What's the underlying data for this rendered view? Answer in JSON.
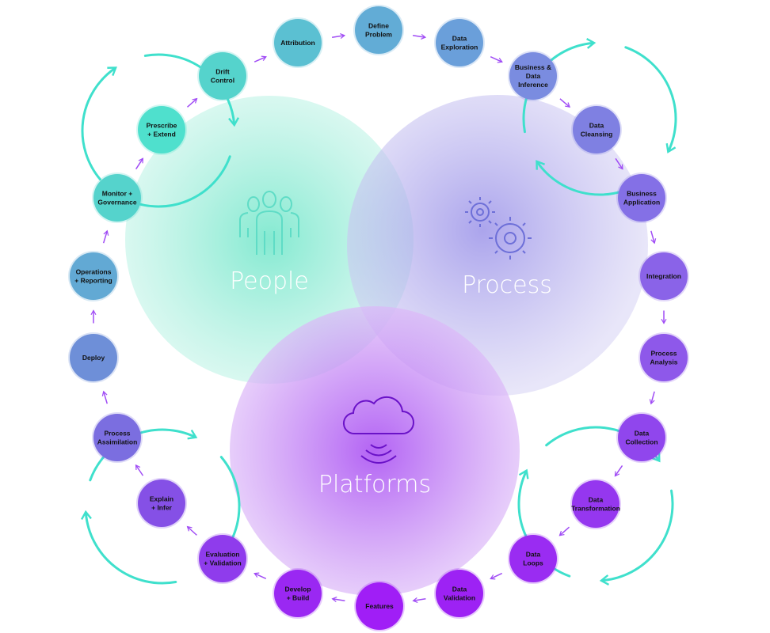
{
  "venn": {
    "people": {
      "label": "People",
      "icon": "people-group-icon",
      "color": "#5fe3c8"
    },
    "process": {
      "label": "Process",
      "icon": "gears-icon",
      "color": "#8b7fe0"
    },
    "platforms": {
      "label": "Platforms",
      "icon": "cloud-signal-icon",
      "color": "#b05cf0"
    }
  },
  "colors": {
    "loop": "#3fe0cc",
    "arrow": "#a04cf5"
  },
  "nodes": [
    {
      "label": [
        "Attribution"
      ],
      "color": "#5bc0d2"
    },
    {
      "label": [
        "Define",
        "Problem"
      ],
      "color": "#62acd6"
    },
    {
      "label": [
        "Data",
        "Exploration"
      ],
      "color": "#6a9fda"
    },
    {
      "label": [
        "Business &",
        "Data",
        "Inference"
      ],
      "color": "#7a8ce0"
    },
    {
      "label": [
        "Data",
        "Cleansing"
      ],
      "color": "#7f80e2"
    },
    {
      "label": [
        "Business",
        "Application"
      ],
      "color": "#8470e6"
    },
    {
      "label": [
        "Integration"
      ],
      "color": "#8a63e8"
    },
    {
      "label": [
        "Process",
        "Analysis"
      ],
      "color": "#8e58ea"
    },
    {
      "label": [
        "Data",
        "Collection"
      ],
      "color": "#9046ed"
    },
    {
      "label": [
        "Data",
        "Transformation"
      ],
      "color": "#9537ef"
    },
    {
      "label": [
        "Data",
        "Loops"
      ],
      "color": "#9a2cf2"
    },
    {
      "label": [
        "Data",
        "Validation"
      ],
      "color": "#9d22f4"
    },
    {
      "label": [
        "Features"
      ],
      "color": "#a01ef6"
    },
    {
      "label": [
        "Develop",
        "+ Build"
      ],
      "color": "#9a28f2"
    },
    {
      "label": [
        "Evaluation",
        "+ Validation"
      ],
      "color": "#8f3cec"
    },
    {
      "label": [
        "Explain",
        "+ Infer"
      ],
      "color": "#8550e6"
    },
    {
      "label": [
        "Process",
        "Assimilation"
      ],
      "color": "#7b6ee0"
    },
    {
      "label": [
        "Deploy"
      ],
      "color": "#6e8fd8"
    },
    {
      "label": [
        "Operations",
        "+ Reporting"
      ],
      "color": "#62a9d4"
    },
    {
      "label": [
        "Monitor +",
        "Governance"
      ],
      "color": "#55d3cc"
    },
    {
      "label": [
        "Prescribe",
        "+ Extend"
      ],
      "color": "#4fe0cd"
    },
    {
      "label": [
        "Drift",
        "Control"
      ],
      "color": "#55d3cc"
    }
  ]
}
